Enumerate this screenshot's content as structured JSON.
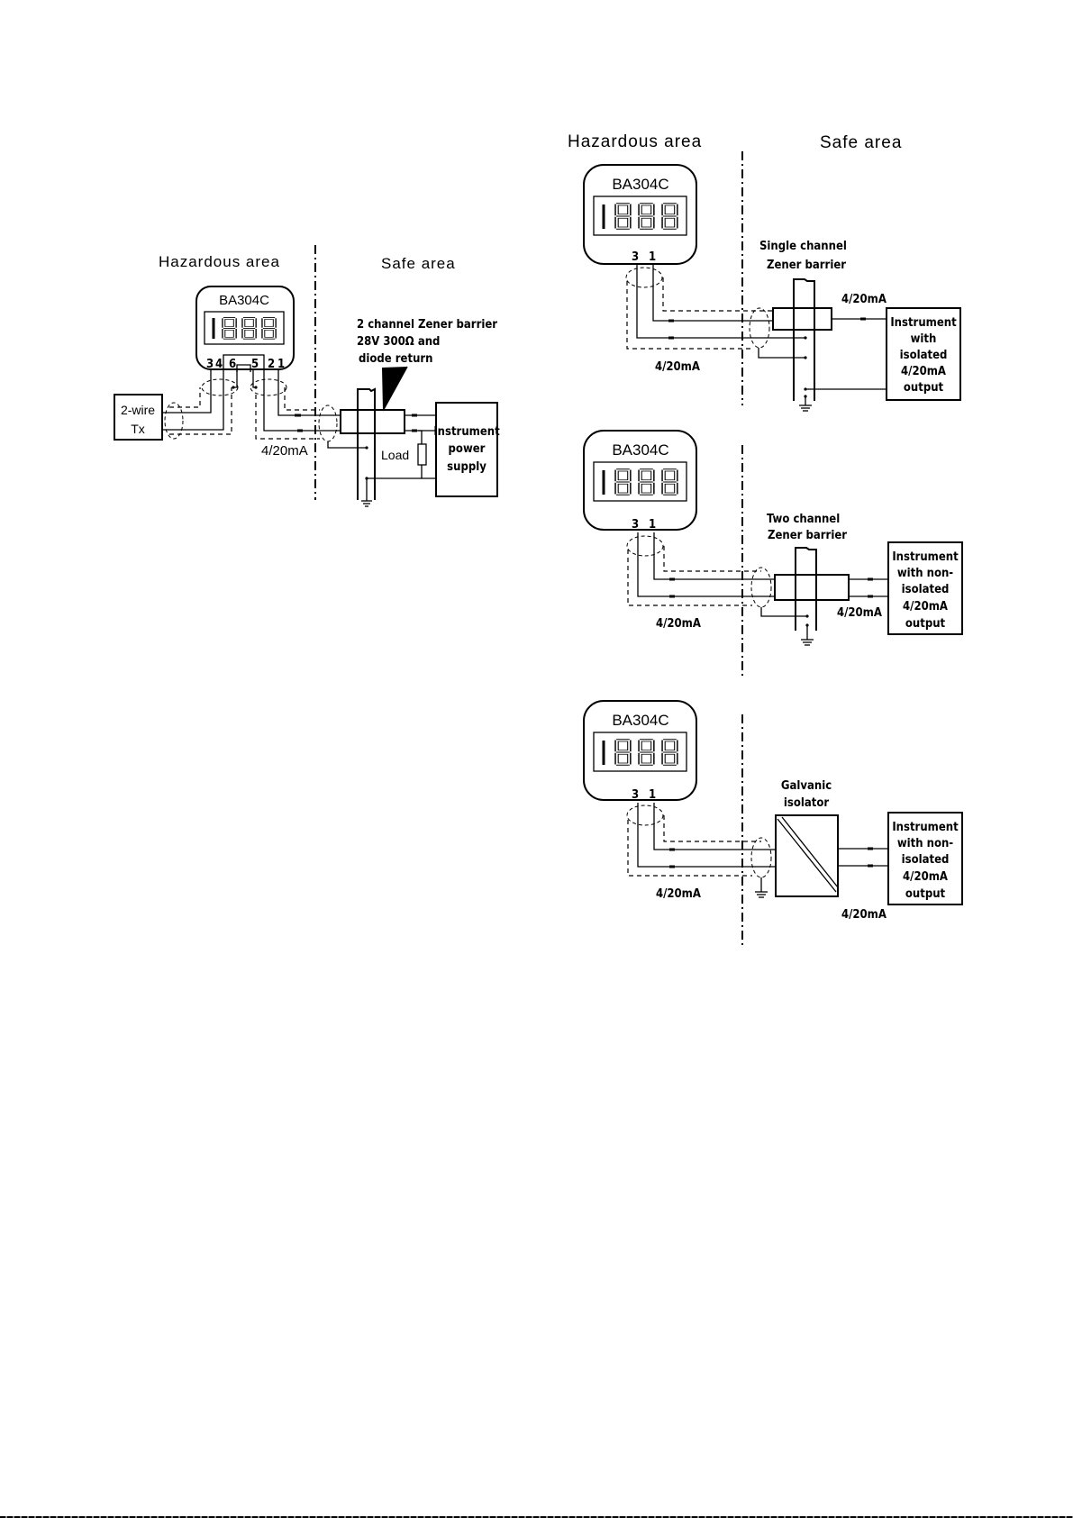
{
  "page": {
    "background": "#ffffff",
    "ink": "#000000"
  },
  "diagram_left": {
    "title": "2-wire transmitter with 2 channel Zener barrier",
    "hazardous_label": "Hazardous area",
    "safe_label": "Safe area",
    "indicator": {
      "model": "BA304C",
      "display": "1888",
      "terminals": [
        "3",
        "4",
        "6",
        "5",
        "2",
        "1"
      ]
    },
    "transmitter": {
      "line1": "2-wire",
      "line2": "Tx"
    },
    "barrier_note": {
      "line1": "2 channel Zener barrier",
      "line2": "28V  300Ω  and",
      "line3": "diode return"
    },
    "signal_label": "4/20mA",
    "load_label": "Load",
    "power_supply": {
      "line1": "Instrument",
      "line2": "power",
      "line3": "supply"
    }
  },
  "diagram_right_1": {
    "hazardous_label": "Hazardous area",
    "safe_label": "Safe area",
    "indicator": {
      "model": "BA304C",
      "display": "1888",
      "terminals": [
        "3",
        "1"
      ]
    },
    "barrier_label": {
      "line1": "Single channel",
      "line2": "Zener barrier"
    },
    "signal_label_hazard": "4/20mA",
    "signal_label_safe": "4/20mA",
    "instrument": {
      "line1": "Instrument",
      "line2": "with",
      "line3": "isolated",
      "line4": "4/20mA",
      "line5": "output"
    }
  },
  "diagram_right_2": {
    "indicator": {
      "model": "BA304C",
      "display": "1888",
      "terminals": [
        "3",
        "1"
      ]
    },
    "barrier_label": {
      "line1": "Two channel",
      "line2": "Zener barrier"
    },
    "signal_label_hazard": "4/20mA",
    "signal_label_safe": "4/20mA",
    "instrument": {
      "line1": "Instrument",
      "line2": "with non-",
      "line3": "isolated",
      "line4": "4/20mA",
      "line5": "output"
    }
  },
  "diagram_right_3": {
    "indicator": {
      "model": "BA304C",
      "display": "1888",
      "terminals": [
        "3",
        "1"
      ]
    },
    "isolator_label": {
      "line1": "Galvanic",
      "line2": "isolator"
    },
    "signal_label_hazard": "4/20mA",
    "signal_label_safe": "4/20mA",
    "instrument": {
      "line1": "Instrument",
      "line2": "with non-",
      "line3": "isolated",
      "line4": "4/20mA",
      "line5": "output"
    }
  }
}
